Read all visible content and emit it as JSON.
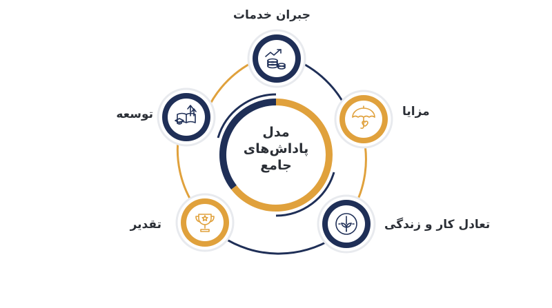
{
  "center": {
    "lines": [
      "مدل",
      "پاداش‌های",
      "جامع"
    ]
  },
  "nodes": [
    {
      "id": "compensation",
      "label": "جبران خدمات",
      "color": "navy",
      "icon": "money-growth-icon"
    },
    {
      "id": "benefits",
      "label": "مزایا",
      "color": "gold",
      "icon": "umbrella-heart-icon"
    },
    {
      "id": "worklife",
      "label": "تعادل کار و زندگی",
      "color": "navy",
      "icon": "clock-plant-icon"
    },
    {
      "id": "recognition",
      "label": "تقدیر",
      "color": "gold",
      "icon": "trophy-icon"
    },
    {
      "id": "development",
      "label": "توسعه",
      "color": "navy",
      "icon": "book-growth-icon"
    }
  ],
  "colors": {
    "navy": "#1f2f57",
    "gold": "#e0a13c",
    "text": "#2b2f36"
  }
}
